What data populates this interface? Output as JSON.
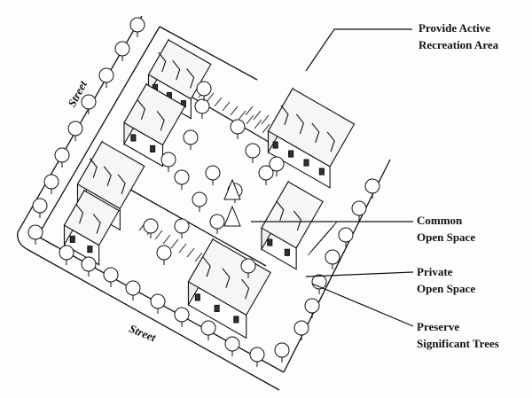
{
  "labels": {
    "recreation": [
      "Provide Active",
      "Recreation Area"
    ],
    "common": [
      "Common",
      "Open Space"
    ],
    "private": [
      "Private",
      "Open Space"
    ],
    "trees": [
      "Preserve",
      "Significant Trees"
    ]
  },
  "streets": {
    "left": "Street",
    "bottom": "Street"
  }
}
